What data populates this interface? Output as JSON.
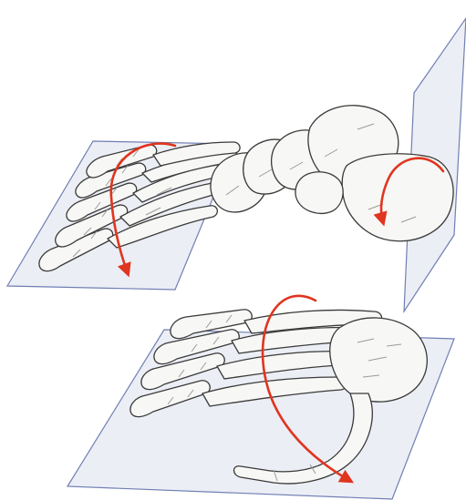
{
  "illustration": {
    "subjects": [
      "foot-skeleton",
      "hand-skeleton"
    ],
    "planes": [
      "foot-horizontal-plane",
      "foot-vertical-plane",
      "hand-horizontal-plane"
    ],
    "rotation_arrows": [
      "toe-curl-arrow",
      "heel-rotation-arrow",
      "finger-curl-arrow"
    ]
  },
  "colors": {
    "background": "#ffffff",
    "plane_fill": "#e9ebf3",
    "plane_edge": "#6f7fb4",
    "bone_fill": "#f7f7f5",
    "bone_outline": "#3a3a3a",
    "bone_shade": "#9a9a9a",
    "arrow": "#e0351f"
  }
}
